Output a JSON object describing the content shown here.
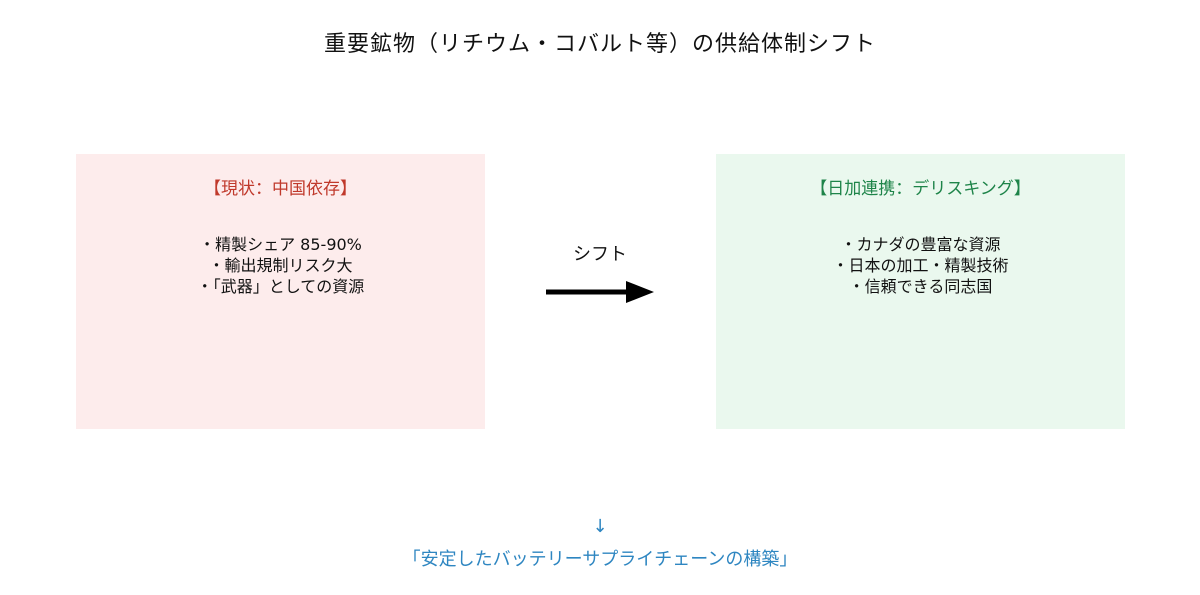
{
  "title": "重要鉱物（リチウム・コバルト等）の供給体制シフト",
  "current": {
    "heading": "【現状：中国依存】",
    "items": [
      "・精製シェア 85-90%",
      "・輸出規制リスク大",
      "・「武器」としての資源"
    ],
    "bg_color": "#fdecec",
    "heading_color": "#c0392b"
  },
  "future": {
    "heading": "【日加連携：デリスキング】",
    "items": [
      "・カナダの豊富な資源",
      "・日本の加工・精製技術",
      "・信頼できる同志国"
    ],
    "bg_color": "#eaf8ee",
    "heading_color": "#1e8449"
  },
  "shift_label": "シフト",
  "down_arrow": "↓",
  "result": "「安定したバッテリーサプライチェーンの構築」",
  "result_color": "#2e86c1"
}
